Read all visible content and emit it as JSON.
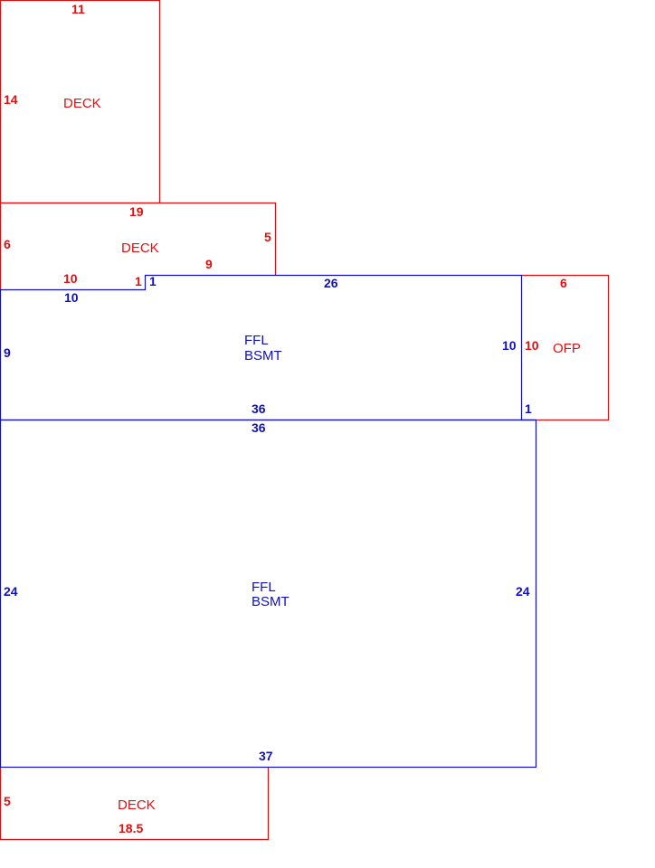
{
  "colors": {
    "deck": "#dd1111",
    "living": "#1111bb",
    "background": "#ffffff"
  },
  "areas": {
    "deck_top": {
      "name": "DECK",
      "dims": {
        "top": "11",
        "left": "14"
      }
    },
    "deck_middle": {
      "name": "DECK",
      "dims": {
        "top": "19",
        "left": "6",
        "right": "5",
        "bottom_right": "9",
        "bottom_left": "10",
        "step": "1"
      }
    },
    "ffl_upper": {
      "name_line1": "FFL",
      "name_line2": "BSMT",
      "dims": {
        "top_left": "10",
        "step": "1",
        "top": "26",
        "left": "9",
        "right": "10",
        "bottom": "36"
      }
    },
    "ofp": {
      "name": "OFP",
      "dims": {
        "top": "6",
        "left": "10",
        "bottom_step": "1"
      }
    },
    "ffl_lower": {
      "name_line1": "FFL",
      "name_line2": "BSMT",
      "dims": {
        "top": "36",
        "left": "24",
        "right": "24",
        "bottom": "37"
      }
    },
    "deck_bottom": {
      "name": "DECK",
      "dims": {
        "left": "5",
        "bottom": "18.5"
      }
    }
  }
}
